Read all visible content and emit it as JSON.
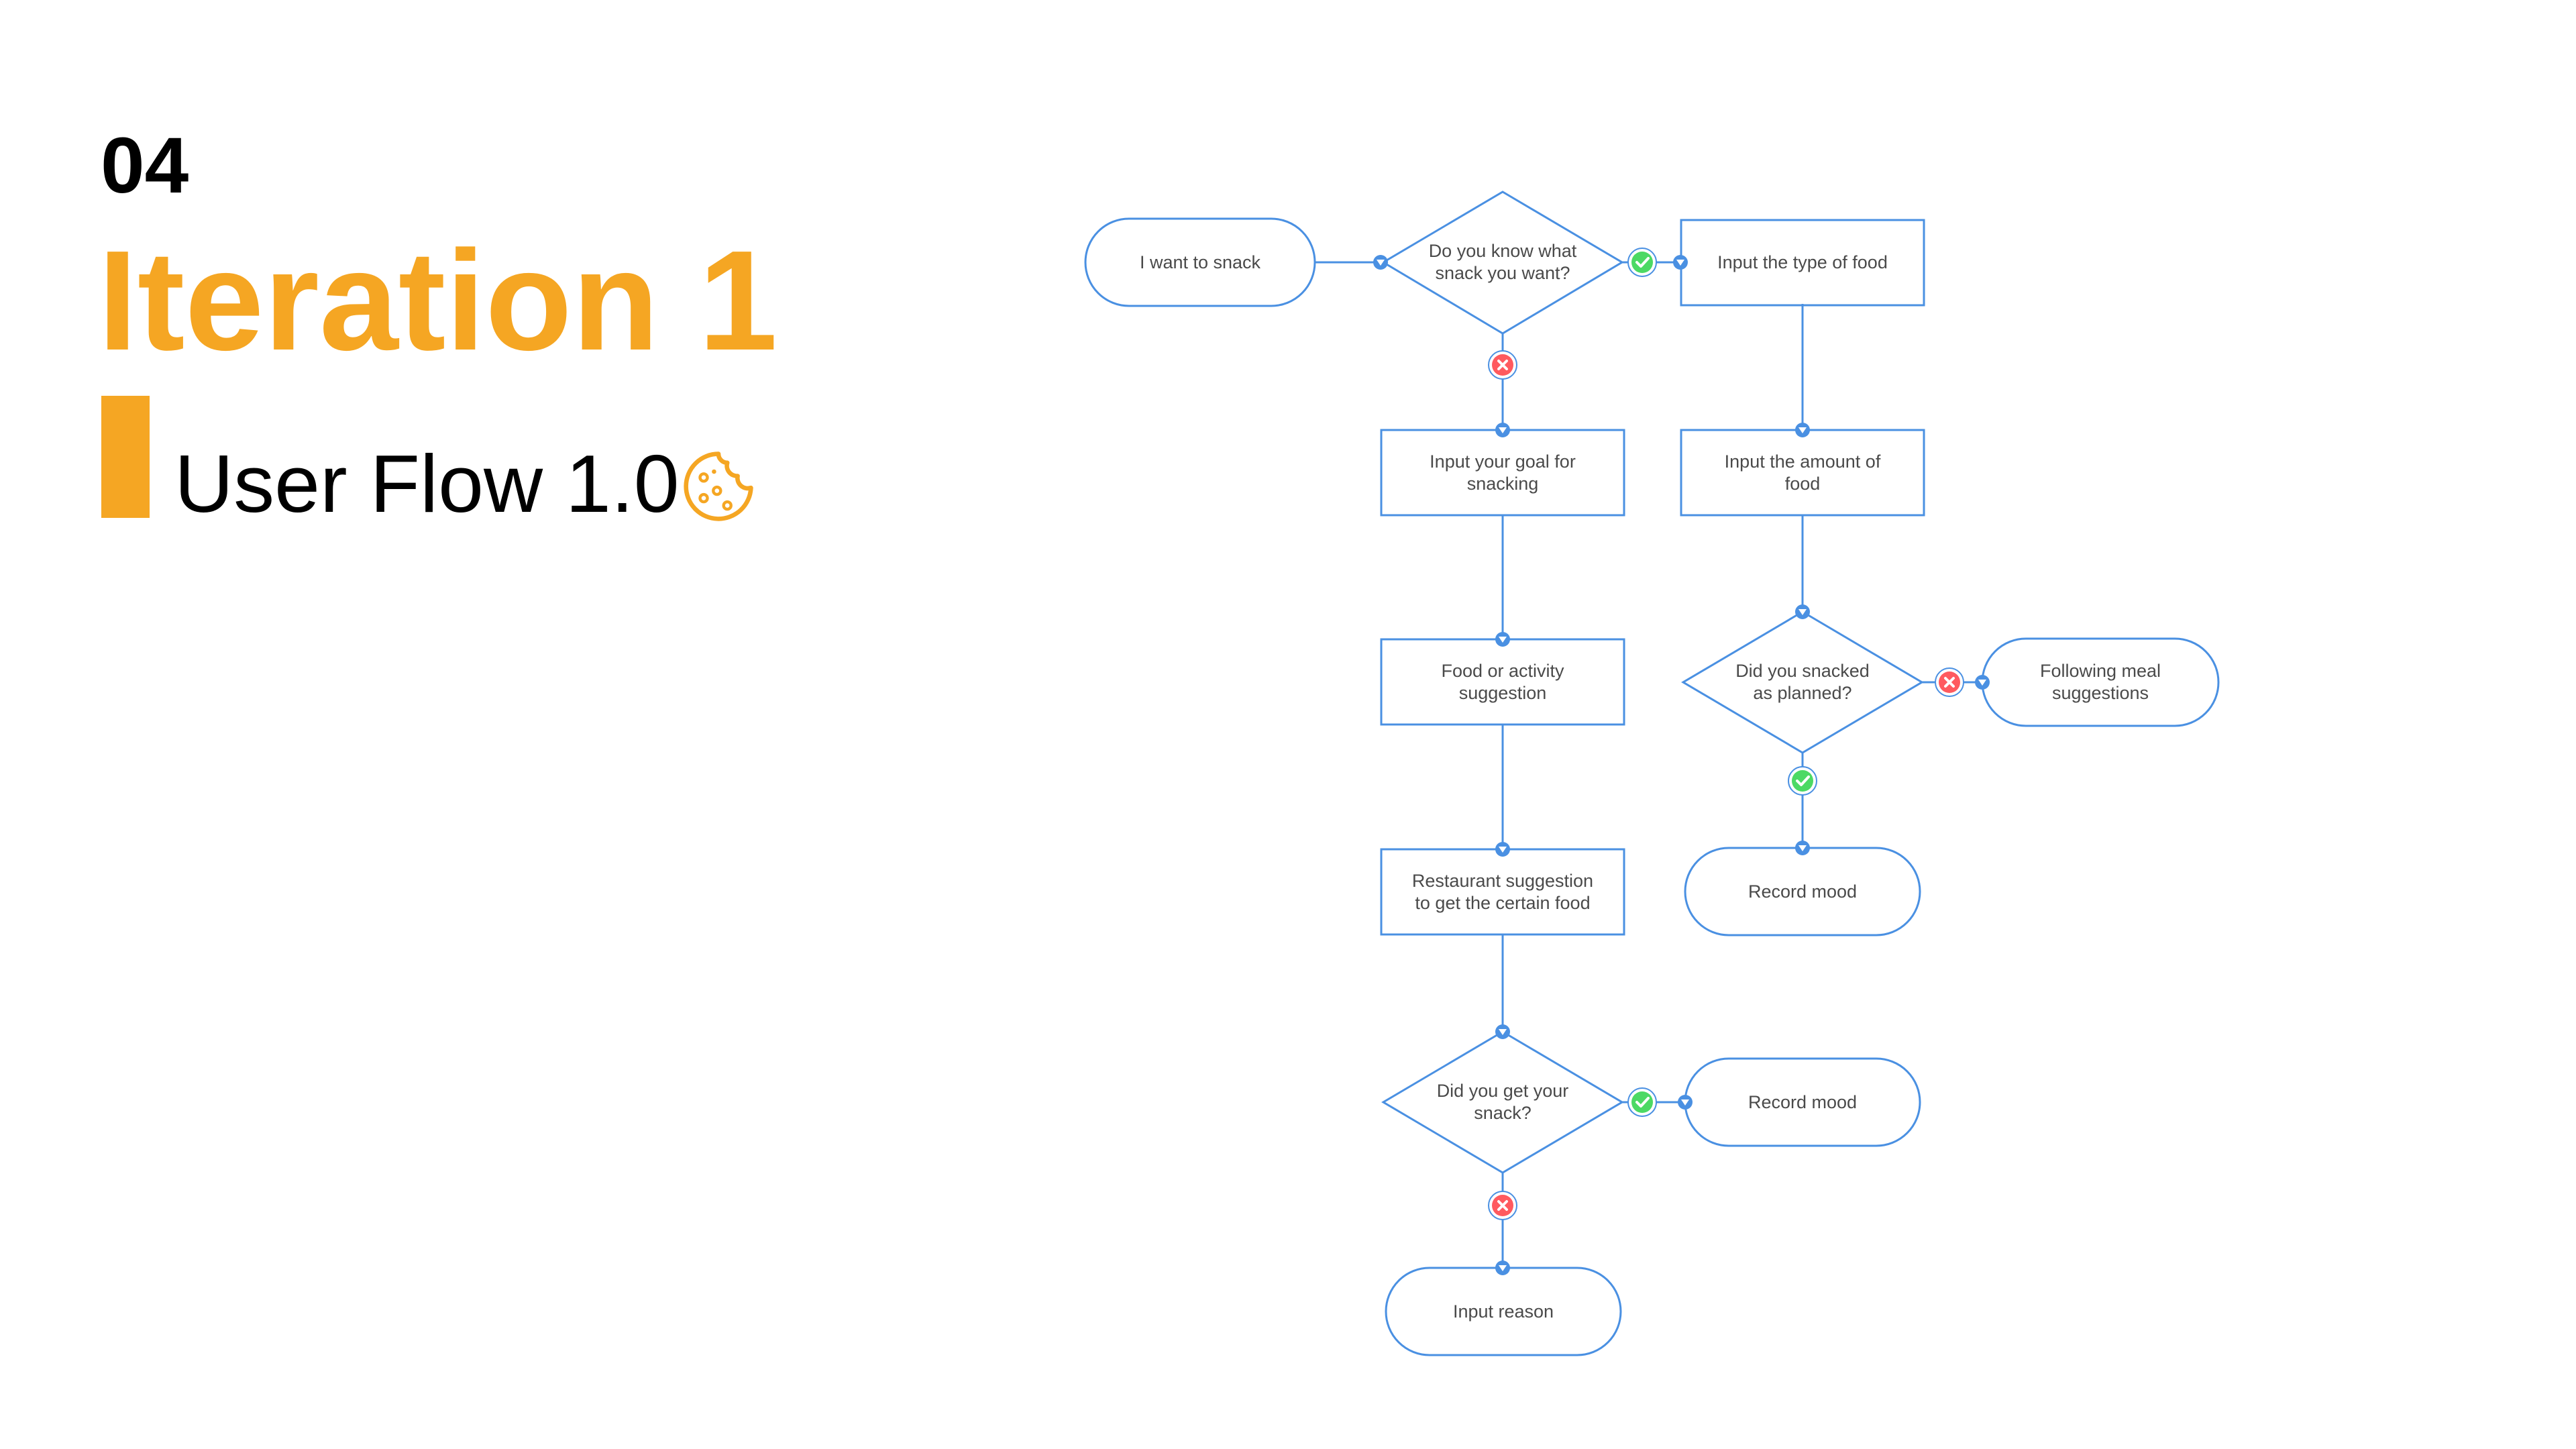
{
  "slide": {
    "section_number": "04",
    "title": "Iteration 1",
    "subtitle": "User Flow 1.0",
    "subtitle_icon": "cookie-icon"
  },
  "colors": {
    "accent": "#F5A623",
    "flow_line": "#4A90E2",
    "node_text": "#4a4a4a",
    "yes": "#4CD964",
    "no": "#FF5A5F"
  },
  "flowchart": {
    "nodes": {
      "start": [
        "I want to snack"
      ],
      "know_decision": [
        "Do you know what",
        "snack you want?"
      ],
      "input_type": [
        "Input the type of food"
      ],
      "input_goal": [
        "Input your goal for",
        "snacking"
      ],
      "input_amount": [
        "Input the amount of",
        "food"
      ],
      "suggestion": [
        "Food or activity",
        "suggestion"
      ],
      "snacked_decision": [
        "Did you snacked",
        "as planned?"
      ],
      "meal_suggestions": [
        "Following meal",
        "suggestions"
      ],
      "restaurant": [
        "Restaurant suggestion",
        "to get the certain food"
      ],
      "record_mood_1": [
        "Record mood"
      ],
      "got_decision": [
        "Did you get your",
        "snack?"
      ],
      "record_mood_2": [
        "Record mood"
      ],
      "input_reason": [
        "Input reason"
      ]
    }
  }
}
